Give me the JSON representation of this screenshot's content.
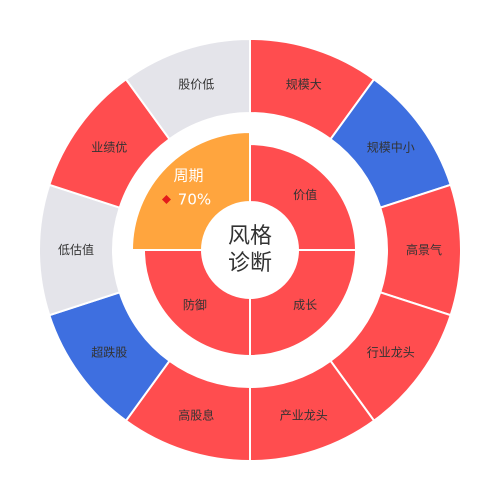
{
  "chart_data": {
    "type": "pie",
    "center_title": [
      "风格",
      "诊断"
    ],
    "colors": {
      "red": "#ff4d4f",
      "blue": "#3e6fe0",
      "gray": "#e4e4ea",
      "orange": "#ffa53e",
      "marker": "#e31b1b"
    },
    "outer_ring": [
      {
        "label": "规模大",
        "value": 1,
        "color": "red"
      },
      {
        "label": "规模中小",
        "value": 1,
        "color": "blue"
      },
      {
        "label": "高景气",
        "value": 1,
        "color": "red"
      },
      {
        "label": "行业龙头",
        "value": 1,
        "color": "red"
      },
      {
        "label": "产业龙头",
        "value": 1,
        "color": "red"
      },
      {
        "label": "高股息",
        "value": 1,
        "color": "red"
      },
      {
        "label": "超跌股",
        "value": 1,
        "color": "blue"
      },
      {
        "label": "低估值",
        "value": 1,
        "color": "gray"
      },
      {
        "label": "业绩优",
        "value": 1,
        "color": "red"
      },
      {
        "label": "股价低",
        "value": 1,
        "color": "gray"
      }
    ],
    "inner_ring": [
      {
        "label": "价值",
        "value": 1,
        "color": "red"
      },
      {
        "label": "成长",
        "value": 1,
        "color": "red"
      },
      {
        "label": "防御",
        "value": 1,
        "color": "red"
      },
      {
        "label": "周期",
        "value": 1,
        "color": "orange",
        "highlighted": true,
        "percent": "70%"
      }
    ]
  }
}
